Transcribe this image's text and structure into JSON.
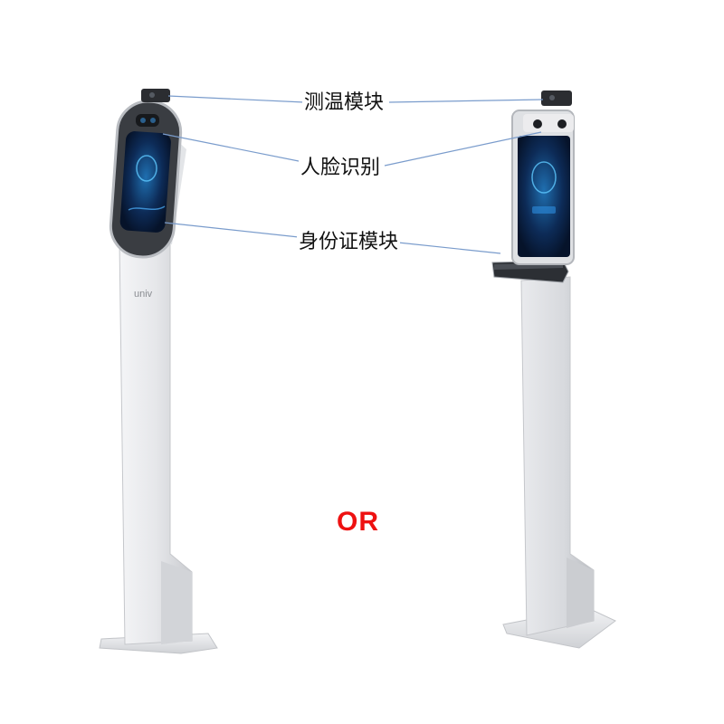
{
  "labels": {
    "temperature_module": "测温模块",
    "face_recognition": "人脸识别",
    "id_card_module": "身份证模块"
  },
  "separator_text": "OR",
  "brand_logo_text": "univ",
  "colors": {
    "callout_line": "#7a9ccc",
    "or_text": "#ee1111",
    "stand_body": "#dcdee2",
    "screen": "#0b1d3a"
  }
}
